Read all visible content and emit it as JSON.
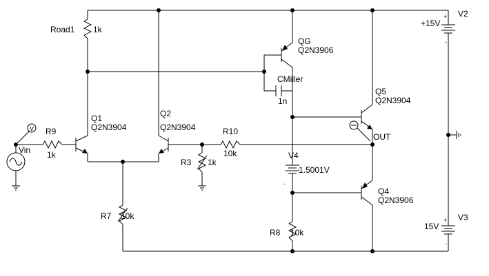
{
  "labels": {
    "road1": "Road1",
    "road1_val": "1k",
    "qg": "QG",
    "qg_part": "Q2N3906",
    "cmiller": "CMiller",
    "cmiller_val": "1n",
    "q1": "Q1",
    "q1_part": "Q2N3904",
    "q2": "Q2",
    "q2_part": "Q2N3904",
    "q5": "Q5",
    "q5_part": "Q2N3904",
    "q4": "Q4",
    "q4_part": "Q2N3906",
    "out": "OUT",
    "r9": "R9",
    "r9_val": "1k",
    "vin": "Vin",
    "r10": "R10",
    "r10_val": "10k",
    "r3": "R3",
    "r3_val": "1k",
    "v4": "V4",
    "v4_val": "1.5001V",
    "r7": "R7",
    "r7_val": "10k",
    "r8": "R8",
    "r8_val": "10k",
    "v2": "V2",
    "v2_val": "+15V",
    "v3": "V3",
    "v3_val": "15V",
    "plus": "+",
    "minus": "-",
    "probe_v": "V"
  }
}
